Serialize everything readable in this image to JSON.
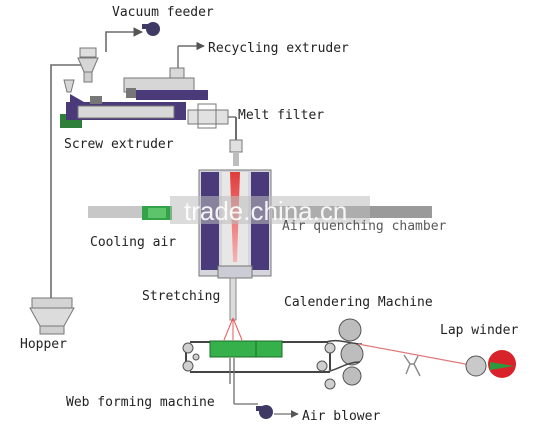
{
  "labels": {
    "vacuum_feeder": "Vacuum feeder",
    "recycling_extruder": "Recycling extruder",
    "melt_filter": "Melt filter",
    "screw_extruder": "Screw extruder",
    "air_quenching_chamber": "Air quenching chamber",
    "cooling_air": "Cooling air",
    "stretching": "Stretching",
    "calendering_machine": "Calendering Machine",
    "lap_winder": "Lap winder",
    "hopper": "Hopper",
    "web_forming_machine": "Web forming machine",
    "air_blower": "Air blower"
  },
  "watermark": "trade.china.cn",
  "colors": {
    "line": "#6d6d6d",
    "machine_dark": "#4b3a7a",
    "machine_light": "#cfcfd6",
    "melt": "#e23b3b",
    "belt": "#3fb24a",
    "roll": "#b9b9b9",
    "winder": "#d8232a"
  }
}
